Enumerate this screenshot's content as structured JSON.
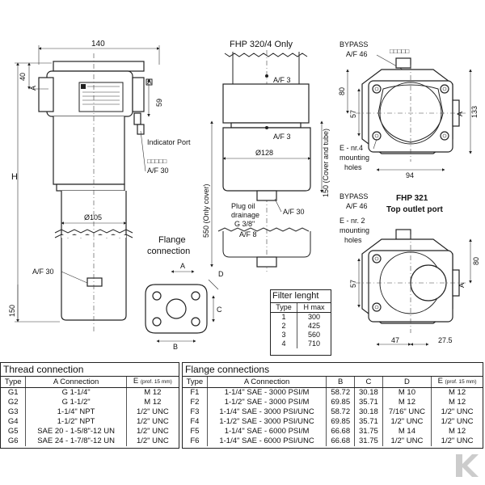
{
  "drawing": {
    "main_view": {
      "width_dim": "140",
      "top_dim_40": "40",
      "section_A": "A",
      "dim_59": "59",
      "indicator_port": "Indicator Port",
      "indicator_squares": "□□□□□",
      "indicator_af": "A/F 30",
      "height_H": "H",
      "dia_105": "Ø105",
      "bottom_af": "A/F 30",
      "bottom_150": "150"
    },
    "fhp3204_view": {
      "title": "FHP 320/4 Only",
      "af3_top": "A/F 3",
      "af3_mid": "A/F 3",
      "dia_128": "Ø128",
      "dim_550": "550 (Only cover)",
      "dim_150": "150 (Cover and tube)",
      "plug_label_1": "Plug oil",
      "plug_label_2": "drainage",
      "plug_label_3": "G 3/8\"",
      "plug_af8": "A/F 8",
      "plug_af30": "A/F 30"
    },
    "flange_view": {
      "title_1": "Flange",
      "title_2": "connection",
      "A": "A",
      "D": "D",
      "C": "C",
      "B": "B"
    },
    "top_view_fhp320": {
      "bypass": "BYPASS",
      "bypass_af": "A/F 46",
      "bypass_squares": "□□□□□",
      "dim_80": "80",
      "dim_57": "57",
      "dim_133": "133",
      "A": "A",
      "mount_1": "E - nr.4",
      "mount_2": "mounting",
      "mount_3": "holes",
      "dim_94": "94"
    },
    "top_view_fhp321": {
      "bypass": "BYPASS",
      "bypass_af": "A/F 46",
      "title_1": "FHP 321",
      "title_2": "Top outlet port",
      "mount_1": "E - nr. 2",
      "mount_2": "mounting",
      "mount_3": "holes",
      "dim_80": "80",
      "dim_57": "57",
      "A": "A",
      "dim_47": "47",
      "dim_27_5": "27.5"
    }
  },
  "filter_length": {
    "title": "Filter lenght",
    "headers": [
      "Type",
      "H max"
    ],
    "rows": [
      [
        "1",
        "300"
      ],
      [
        "2",
        "425"
      ],
      [
        "3",
        "560"
      ],
      [
        "4",
        "710"
      ]
    ]
  },
  "thread_connection": {
    "title": "Thread connection",
    "headers": [
      "Type",
      "A  Connection",
      "E"
    ],
    "header_note": "(prof. 15 mm)",
    "rows": [
      [
        "G1",
        "G 1-1/4\"",
        "M 12"
      ],
      [
        "G2",
        "G 1-1/2\"",
        "M 12"
      ],
      [
        "G3",
        "1-1/4\" NPT",
        "1/2\" UNC"
      ],
      [
        "G4",
        "1-1/2\" NPT",
        "1/2\" UNC"
      ],
      [
        "G5",
        "SAE 20 - 1-5/8\"-12 UN",
        "1/2\" UNC"
      ],
      [
        "G6",
        "SAE 24 - 1-7/8\"-12 UN",
        "1/2\" UNC"
      ]
    ]
  },
  "flange_connections": {
    "title": "Flange connections",
    "headers": [
      "Type",
      "A  Connection",
      "B",
      "C",
      "D",
      "E"
    ],
    "header_note": "(prof. 15 mm)",
    "rows": [
      [
        "F1",
        "1-1/4\" SAE - 3000 PSI/M",
        "58.72",
        "30.18",
        "M 10",
        "M 12"
      ],
      [
        "F2",
        "1-1/2\" SAE - 3000 PSI/M",
        "69.85",
        "35.71",
        "M 12",
        "M 12"
      ],
      [
        "F3",
        "1-1/4\" SAE - 3000 PSI/UNC",
        "58.72",
        "30.18",
        "7/16\" UNC",
        "1/2\" UNC"
      ],
      [
        "F4",
        "1-1/2\" SAE - 3000 PSI/UNC",
        "69.85",
        "35.71",
        "1/2\" UNC",
        "1/2\" UNC"
      ],
      [
        "F5",
        "1-1/4\" SAE - 6000 PSI/M",
        "66.68",
        "31.75",
        "M 14",
        "M 12"
      ],
      [
        "F6",
        "1-1/4\" SAE - 6000 PSI/UNC",
        "66.68",
        "31.75",
        "1/2\" UNC",
        "1/2\" UNC"
      ]
    ]
  },
  "colors": {
    "line": "#222222",
    "logo": "#cccccc"
  }
}
